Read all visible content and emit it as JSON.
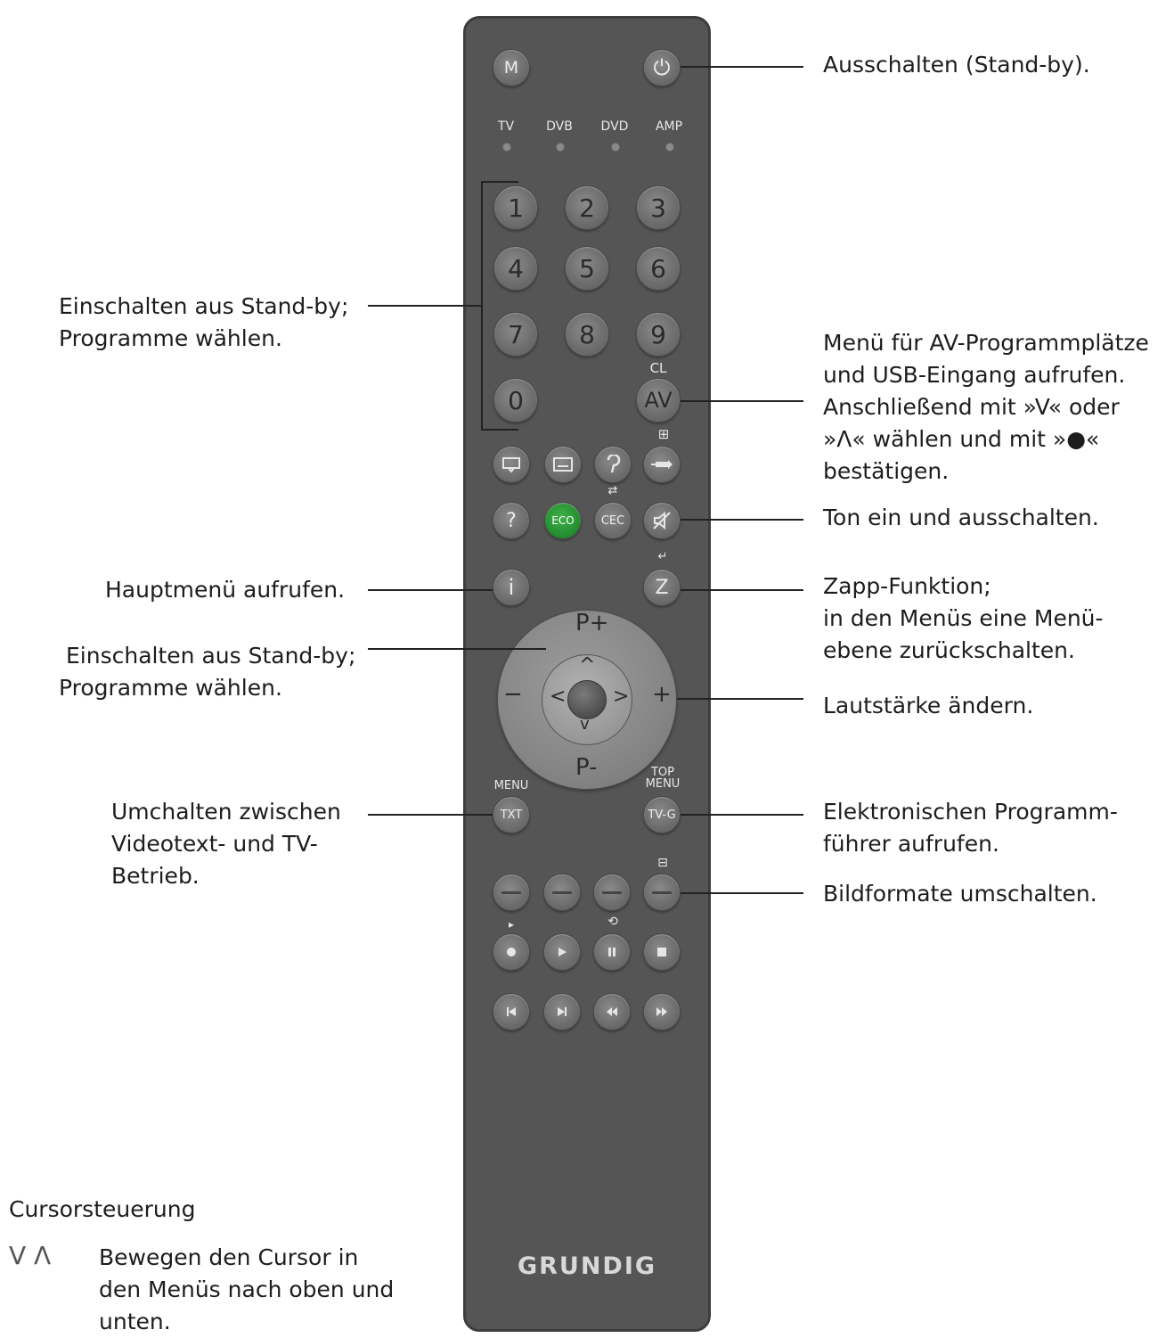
{
  "remote": {
    "brand": "GRUNDIG",
    "top": {
      "m": "M",
      "power": "⏻"
    },
    "sources": [
      "TV",
      "DVB",
      "DVD",
      "AMP"
    ],
    "digits": [
      "1",
      "2",
      "3",
      "4",
      "5",
      "6",
      "7",
      "8",
      "9",
      "0"
    ],
    "cl_label": "CL",
    "av": "AV",
    "row1_icons": [
      "picture-icon",
      "subtitle-icon",
      "audio-icon",
      "zoom-icon"
    ],
    "row2": {
      "help": "?",
      "eco": "ECO",
      "cec": "CEC",
      "mute": "🔇"
    },
    "info": "i",
    "zapp": "Z",
    "dpad": {
      "p_plus": "P+",
      "p_minus": "P-",
      "minus": "−",
      "plus": "+",
      "up": "^",
      "down": "v",
      "left": "<",
      "right": ">"
    },
    "menu_label": "MENU",
    "txt": "TXT",
    "top_menu_label": "TOP\nMENU",
    "tvg": "TV-G",
    "media_row1": [
      "record-icon",
      "play-icon",
      "pause-icon",
      "stop-icon"
    ],
    "media_row2": [
      "skip-back-icon",
      "skip-forward-icon",
      "rewind-icon",
      "fast-forward-icon"
    ]
  },
  "annotations": {
    "power": "Ausschalten (Stand-by).",
    "digits": [
      "Einschalten aus Stand-by;",
      "Programme wählen."
    ],
    "av": [
      "Menü für AV-Programmplätze",
      "und USB-Eingang aufrufen.",
      "Anschließend mit »V« oder",
      "»Λ« wählen und mit »●«",
      "bestätigen."
    ],
    "mute": "Ton ein und ausschalten.",
    "info": "Hauptmenü aufrufen.",
    "zapp": [
      "Zapp-Funktion;",
      "in den Menüs eine Menü-",
      "ebene zurückschalten."
    ],
    "program": [
      "Einschalten aus Stand-by;",
      "Programme wählen."
    ],
    "volume": "Lautstärke ändern.",
    "txt": [
      "Umchalten zwischen",
      "Videotext- und TV-",
      "Betrieb."
    ],
    "epg": [
      "Elektronischen Programm-",
      "führer aufrufen."
    ],
    "format": "Bildformate umschalten."
  },
  "cursor": {
    "title": "Cursorsteuerung",
    "icons": "V  Λ",
    "text": [
      "Bewegen den Cursor in",
      "den Menüs nach oben und",
      "unten."
    ]
  }
}
